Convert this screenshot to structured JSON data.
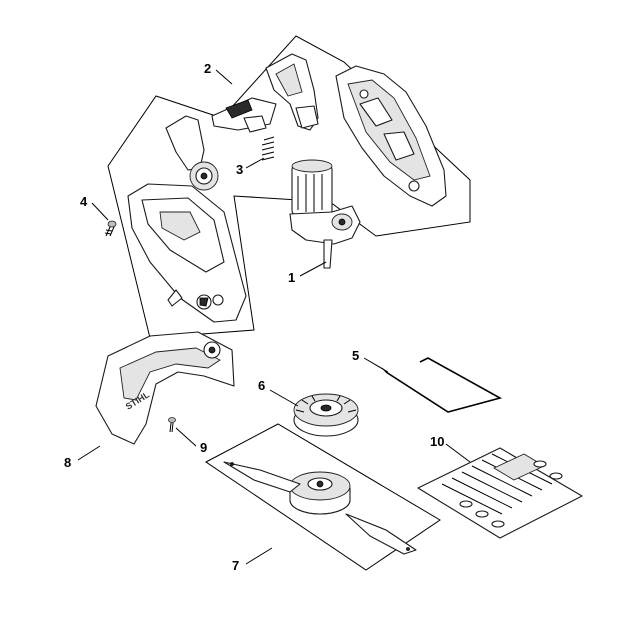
{
  "callouts": {
    "c1": "1",
    "c2": "2",
    "c3": "3",
    "c4": "4",
    "c5": "5",
    "c6": "6",
    "c7": "7",
    "c8": "8",
    "c9": "9",
    "c10": "10"
  },
  "guard_logo": "STIHL"
}
